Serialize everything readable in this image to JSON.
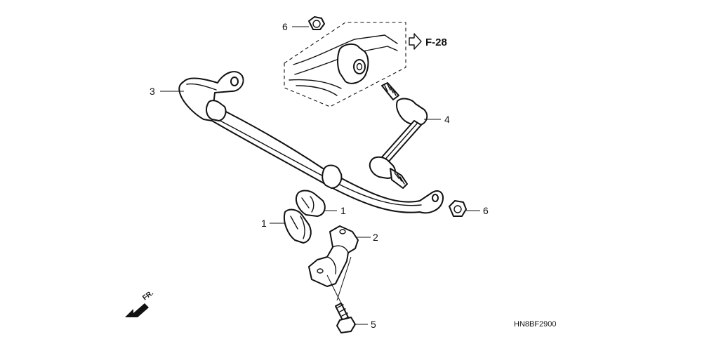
{
  "diagram": {
    "callouts": {
      "c1a": "1",
      "c1b": "1",
      "c2": "2",
      "c3": "3",
      "c4": "4",
      "c5": "5",
      "c6a": "6",
      "c6b": "6"
    },
    "reference": "F-28",
    "direction": "FR.",
    "drawing_code": "HN8BF2900"
  }
}
